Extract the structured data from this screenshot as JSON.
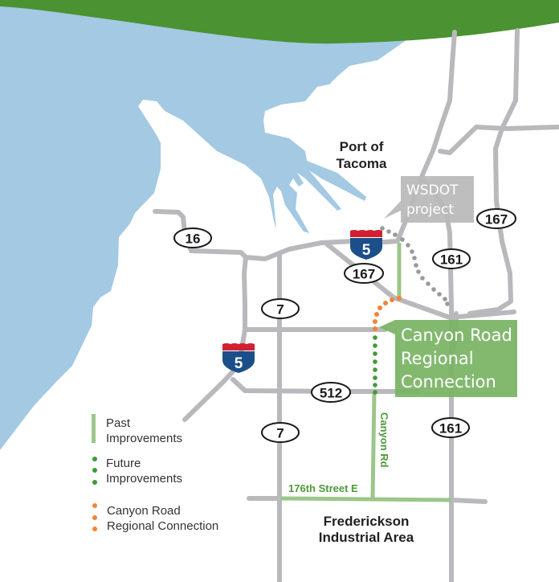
{
  "map": {
    "colors": {
      "water": "#a3c9e3",
      "land": "#ffffff",
      "top_band": "#4a9232",
      "road": "#b9b9bd",
      "past_improvements": "#9cc68a",
      "future_improvements": "#3f9a35",
      "canyon_connection": "#f0853a",
      "wsdot_dots": "#9a9a9e",
      "callout_green": "#78b363",
      "wsdot_box": "#b8b8b8",
      "i5_red": "#d22030",
      "i5_blue": "#1c4f8a"
    },
    "places": {
      "port_line1": "Port of",
      "port_line2": "Tacoma",
      "industrial_line1": "Frederickson",
      "industrial_line2": "Industrial Area"
    },
    "streets": {
      "street_176th": "176th Street E",
      "canyon_rd": "Canyon Rd"
    },
    "shields": {
      "sr16": "16",
      "sr7_north": "7",
      "sr7_south": "7",
      "sr167_west": "167",
      "sr167_east": "167",
      "sr161_north": "161",
      "sr161_south": "161",
      "sr512": "512",
      "i5_north": "5",
      "i5_south": "5"
    },
    "callouts": {
      "wsdot_line1": "WSDOT",
      "wsdot_line2": "project",
      "canyon_line1": "Canyon Road",
      "canyon_line2": "Regional",
      "canyon_line3": "Connection"
    },
    "legend": {
      "past_line1": "Past",
      "past_line2": "Improvements",
      "future_line1": "Future",
      "future_line2": "Improvements",
      "canyon_line1": "Canyon Road",
      "canyon_line2": "Regional Connection"
    }
  }
}
